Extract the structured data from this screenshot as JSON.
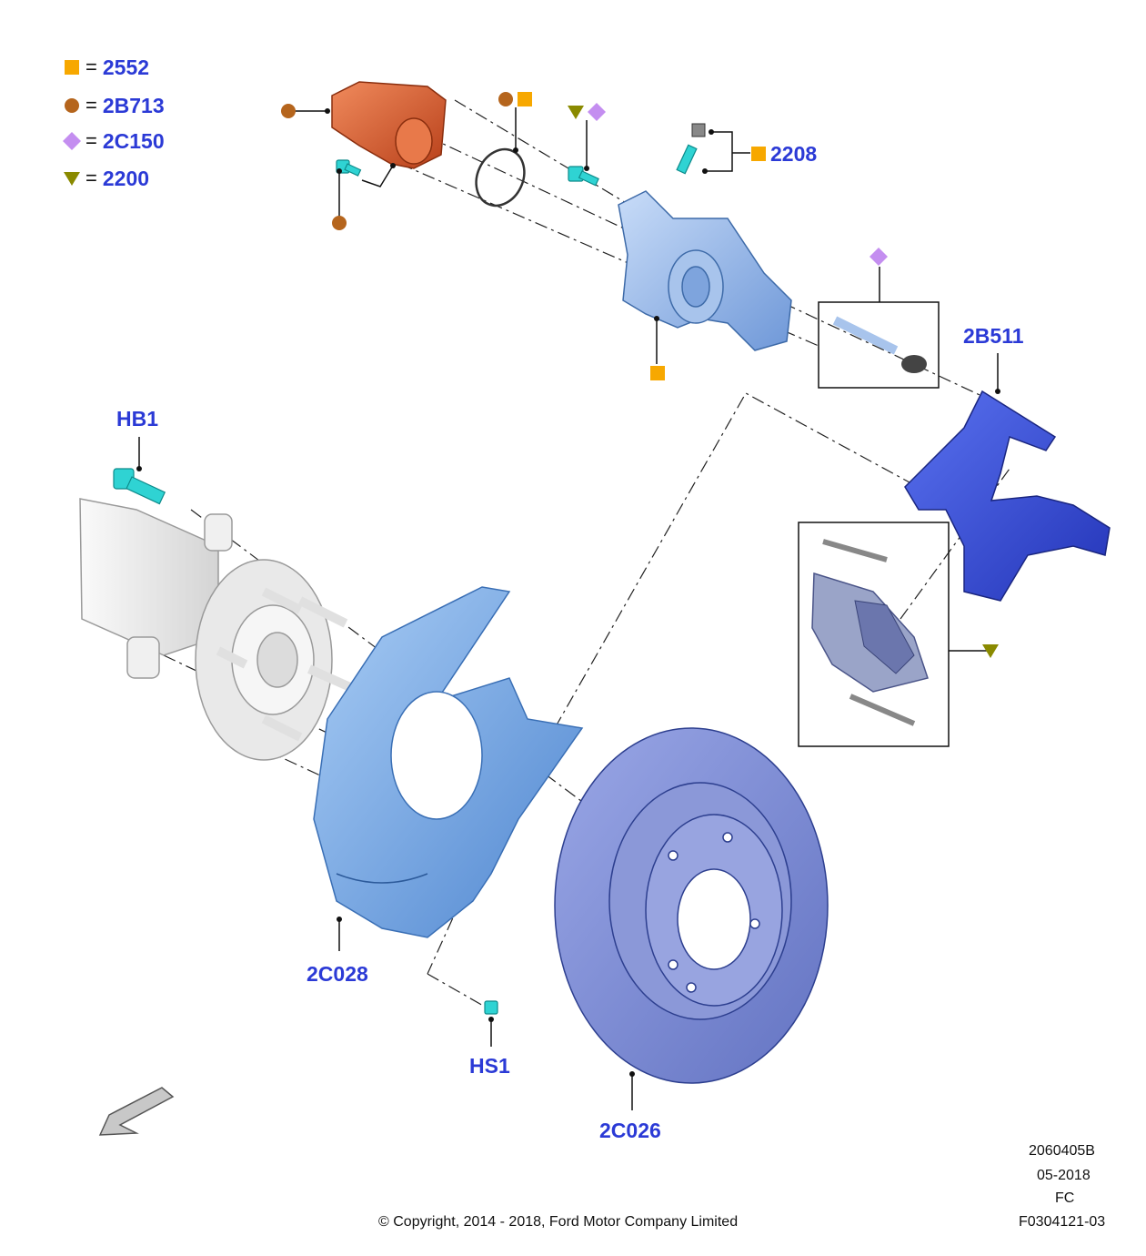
{
  "legend": [
    {
      "symbol": "orange-square",
      "code": "2552"
    },
    {
      "symbol": "brown-circle",
      "code": "2B713"
    },
    {
      "symbol": "violet-diamond",
      "code": "2C150"
    },
    {
      "symbol": "olive-triangle",
      "code": "2200"
    }
  ],
  "legend_equals": "=",
  "parts": {
    "bleeder_screw": "2208",
    "caliper_bracket": "2B511",
    "hub_bolt": "HB1",
    "splash_shield": "2C028",
    "shield_screw": "HS1",
    "brake_disc": "2C026"
  },
  "footer": {
    "drawing_number": "2060405B",
    "date": "05-2018",
    "region": "FC",
    "figure_code": "F0304121-03",
    "copyright": "© Copyright, 2014 - 2018, Ford Motor Company Limited"
  },
  "colors": {
    "label_blue": "#2b3ad6",
    "orange": "#f7a800",
    "brown": "#b5651d",
    "violet": "#c48ef0",
    "olive": "#8a8a00",
    "caliper": "#8fb4e8",
    "bracket": "#3d55e0",
    "shield": "#6fa6e3",
    "disc": "#7d8dd4",
    "cyan_bolt": "#2fd3d3",
    "motor": "#d9552b"
  }
}
